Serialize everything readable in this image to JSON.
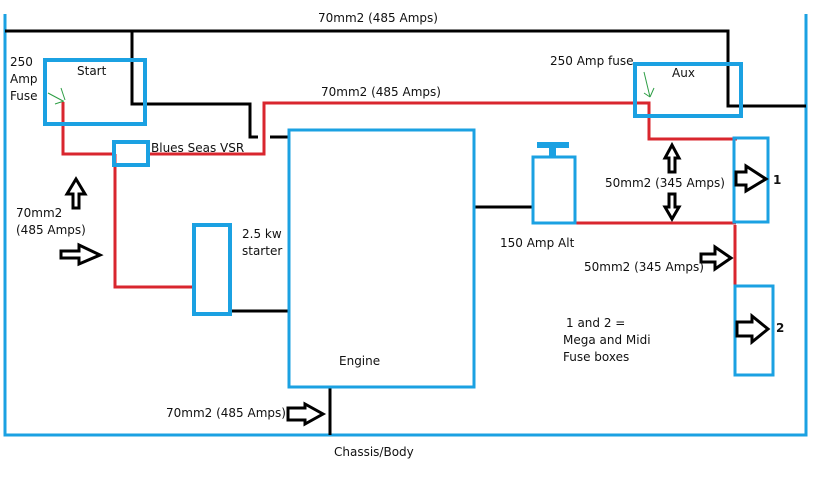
{
  "colors": {
    "chassis": "#1ba1e2",
    "box": "#1ba1e2",
    "positive": "#d9262e",
    "negative": "#000000",
    "fuse_marker": "#2e9e45"
  },
  "labels": {
    "top_cable": "70mm2 (485 Amps)",
    "start_fuse": [
      "250",
      "Amp",
      "Fuse"
    ],
    "start_battery": "Start",
    "vsr": "Blues Seas VSR",
    "red_cable": "70mm2 (485 Amps)",
    "aux_fuse": "250 Amp fuse",
    "aux_battery": "Aux",
    "left_cable": [
      "70mm2",
      "(485 Amps)"
    ],
    "starter": [
      "2.5 kw",
      "starter"
    ],
    "engine": "Engine",
    "alternator": "150 Amp Alt",
    "alt_cable_upper": "50mm2 (345 Amps)",
    "alt_cable_lower": "50mm2 (345 Amps)",
    "fusebox_1": "1",
    "fusebox_2": "2",
    "fusebox_note": [
      "1 and 2 =",
      "Mega and Midi",
      "Fuse boxes"
    ],
    "ground_cable": "70mm2 (485 Amps)",
    "chassis": "Chassis/Body"
  }
}
